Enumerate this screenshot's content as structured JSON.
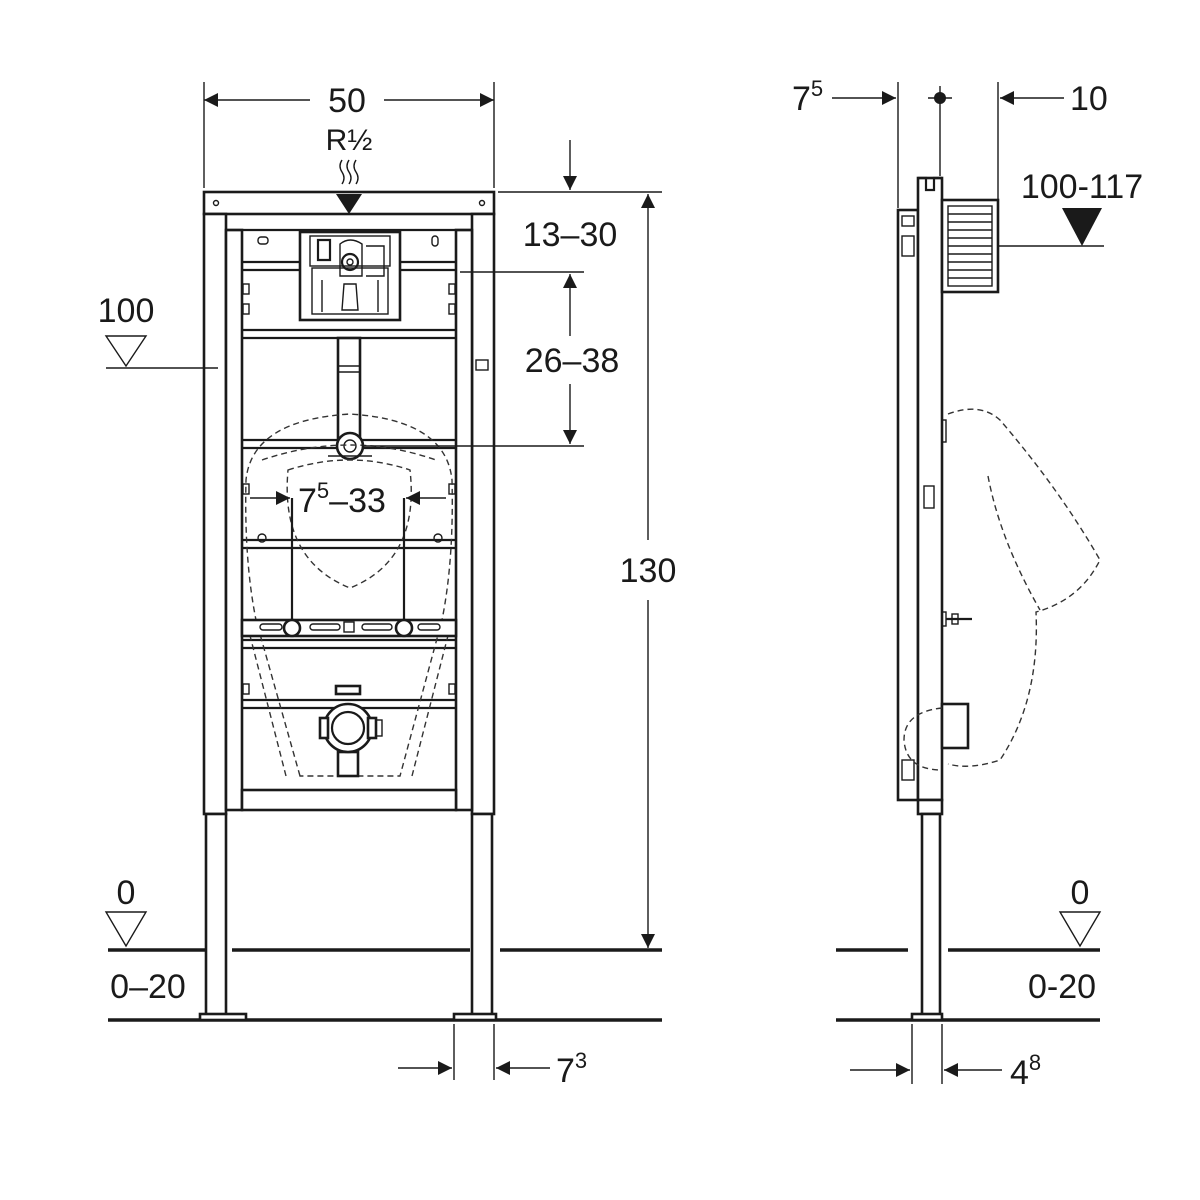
{
  "front_view": {
    "width_label": "50",
    "pipe_label": "R½",
    "height_label": "130",
    "top_offset_label": "13–30",
    "valve_offset_label": "26–38",
    "bracket_spacing_label": "7",
    "bracket_spacing_sup": "5",
    "bracket_spacing_rest": "–33",
    "level_100_label": "100",
    "level_0_label": "0",
    "floor_range_label": "0–20",
    "foot_offset_label": "7",
    "foot_offset_sup": "3"
  },
  "side_view": {
    "front_depth_label": "7",
    "front_depth_sup": "5",
    "rear_depth_label": "10",
    "flush_height_label": "100-117",
    "level_0_label": "0",
    "floor_range_label": "0-20",
    "foot_width_label": "4",
    "foot_width_sup": "8"
  },
  "colors": {
    "line": "#1a1a1a",
    "background": "#ffffff"
  }
}
